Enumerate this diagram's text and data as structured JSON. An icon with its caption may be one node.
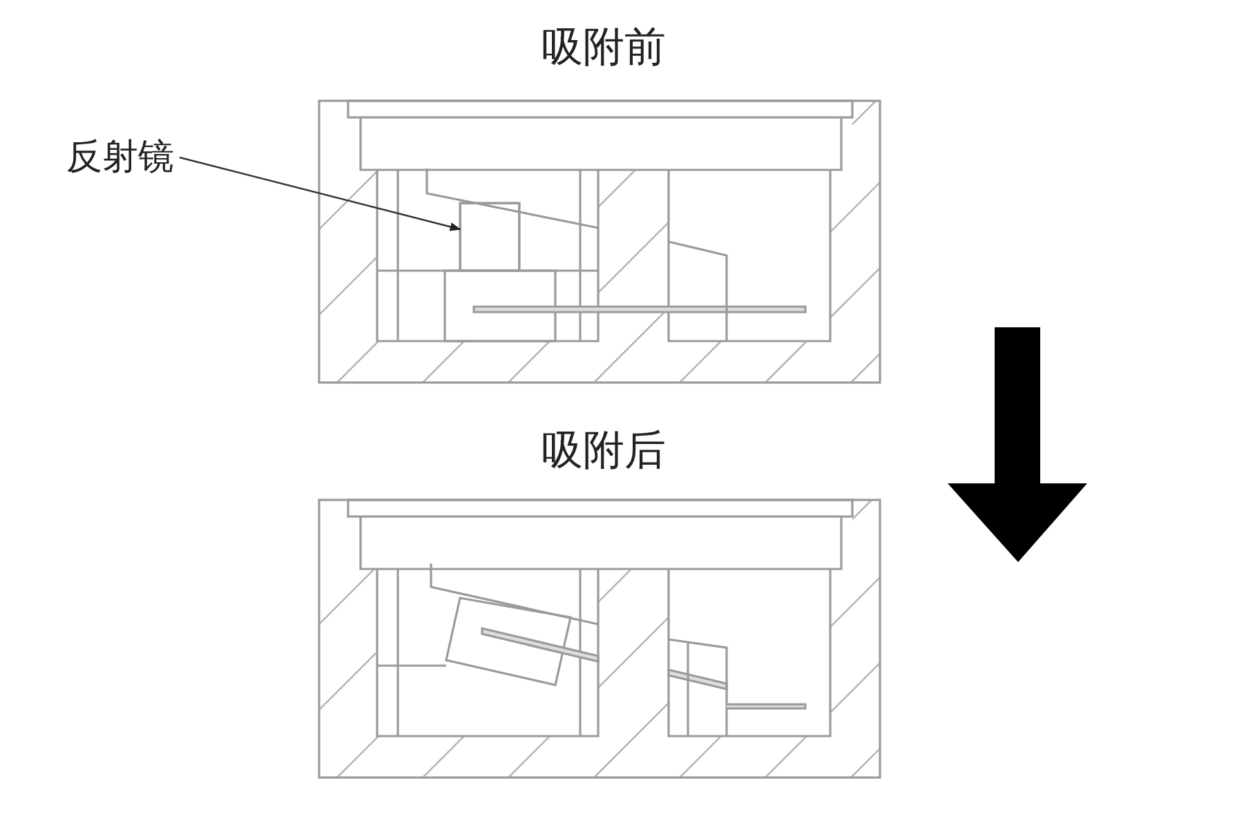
{
  "diagram": {
    "nodes": [
      {
        "text": [
          "反射镜"
        ]
      },
      {
        "text": [],
        "shape": "box"
      }
    ],
    "edges": [
      {
        "from": 0,
        "to": 1,
        "arrow": "to"
      }
    ],
    "labels": [
      "吸附前",
      "吸附后"
    ]
  }
}
